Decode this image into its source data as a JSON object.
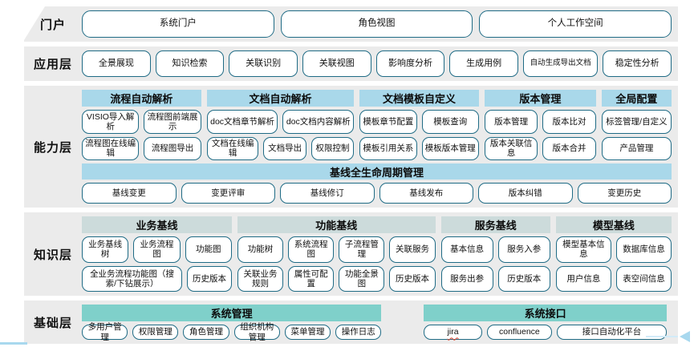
{
  "colors": {
    "band_bg": "#ebebeb",
    "header_blue": "#a9d8ea",
    "header_gray": "#ccdbdb",
    "header_teal": "#7fd0ca",
    "node_border": "#1f6b85",
    "accent_light_blue": "#a8d8ee"
  },
  "layers": [
    {
      "id": "portal",
      "label": "门户",
      "rows": [
        [
          "系统门户",
          "角色视图",
          "个人工作空间"
        ]
      ]
    },
    {
      "id": "app",
      "label": "应用层",
      "rows": [
        [
          "全景展现",
          "知识检索",
          "关联识别",
          "关联视图",
          "影响度分析",
          "生成用例",
          "自动生成导出文档",
          "稳定性分析"
        ]
      ]
    },
    {
      "id": "capability",
      "label": "能力层",
      "groups": [
        {
          "title": "流程自动解析",
          "rows": [
            [
              "VISIO导入解析",
              "流程图前端展示"
            ],
            [
              "流程图在线编辑",
              "流程图导出"
            ]
          ]
        },
        {
          "title": "文档自动解析",
          "rows": [
            [
              "doc文档章节解析",
              "doc文档内容解析"
            ],
            [
              "文档在线编辑",
              "文档导出",
              "权限控制"
            ]
          ]
        },
        {
          "title": "文档模板自定义",
          "rows": [
            [
              "模板章节配置",
              "模板查询"
            ],
            [
              "模板引用关系",
              "模板版本管理"
            ]
          ]
        },
        {
          "title": "版本管理",
          "rows": [
            [
              "版本管理",
              "版本比对"
            ],
            [
              "版本关联信息",
              "版本合并"
            ]
          ]
        },
        {
          "title": "全局配置",
          "rows": [
            [
              "标签管理/自定义"
            ],
            [
              "产品管理"
            ]
          ]
        }
      ],
      "full_group": {
        "title": "基线全生命周期管理",
        "rows": [
          [
            "基线变更",
            "变更评审",
            "基线修订",
            "基线发布",
            "版本纠错",
            "变更历史"
          ]
        ]
      }
    },
    {
      "id": "knowledge",
      "label": "知识层",
      "groups": [
        {
          "title": "业务基线",
          "rows": [
            [
              "业务基线树",
              "业务流程图",
              "功能图"
            ],
            [
              "全业务流程功能图（搜索/下钻展示）",
              "历史版本"
            ]
          ]
        },
        {
          "title": "功能基线",
          "rows": [
            [
              "功能树",
              "系统流程图",
              "子流程管理",
              "关联服务"
            ],
            [
              "关联业务规则",
              "属性可配置",
              "功能全景图",
              "历史版本"
            ]
          ]
        },
        {
          "title": "服务基线",
          "rows": [
            [
              "基本信息",
              "服务入参"
            ],
            [
              "服务出参",
              "历史版本"
            ]
          ]
        },
        {
          "title": "模型基线",
          "rows": [
            [
              "模型基本信息",
              "数据库信息"
            ],
            [
              "用户信息",
              "表空间信息"
            ]
          ]
        }
      ]
    },
    {
      "id": "foundation",
      "label": "基础层",
      "groups": [
        {
          "title": "系统管理",
          "rows": [
            [
              "多用户管理",
              "权限管理",
              "角色管理",
              "组织机构管理",
              "菜单管理",
              "操作日志"
            ]
          ]
        },
        {
          "title": "系统接口",
          "rows": [
            [
              {
                "label": "jira",
                "spellcheck_underline": true
              },
              "confluence",
              "接口自动化平台"
            ]
          ]
        }
      ]
    }
  ]
}
